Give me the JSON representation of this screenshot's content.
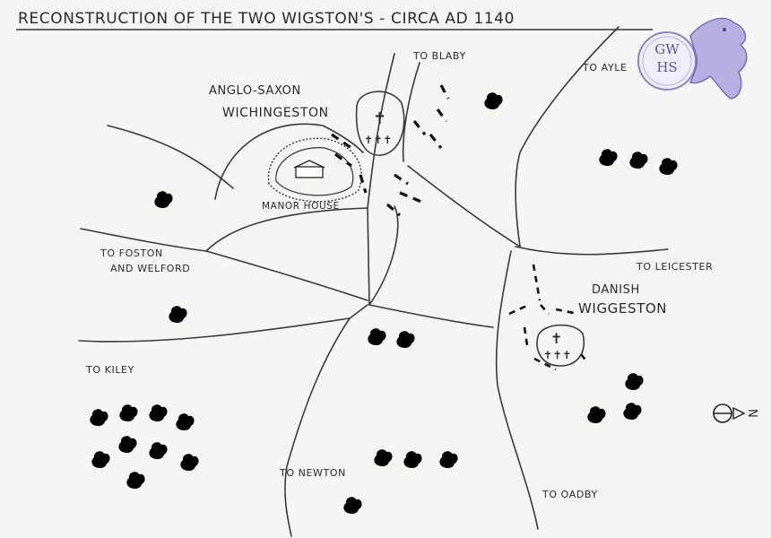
{
  "title": "RECONSTRUCTION OF THE TWO WIGSTON'S  -  CIRCA AD 1140",
  "places": {
    "anglo_saxon_line1": "ANGLO-SAXON",
    "anglo_saxon_line2": "WICHINGESTON",
    "manor_house": "MANOR HOUSE",
    "danish_line1": "DANISH",
    "danish_line2": "WIGGESTON"
  },
  "roads": {
    "to_blaby": "TO BLABY",
    "to_ayle": "TO AYLE",
    "to_foston_line1": "TO FOSTON",
    "to_foston_line2": "AND WELFORD",
    "to_leicester": "TO LEICESTER",
    "to_kiley": "TO KILEY",
    "to_newton": "TO NEWTON",
    "to_oadby": "TO OADBY"
  },
  "north_arrow": {
    "label": "N"
  },
  "logo": {
    "letters": "GWHS"
  }
}
